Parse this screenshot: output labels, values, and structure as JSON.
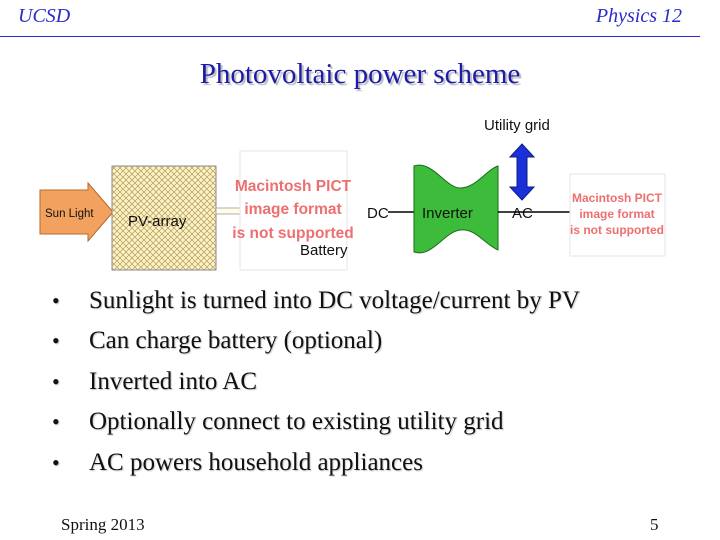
{
  "header": {
    "left": "UCSD",
    "right": "Physics 12"
  },
  "title": "Photovoltaic power scheme",
  "diagram": {
    "sun_label": "Sun Light",
    "pv_label": "PV-array",
    "pict_placeholder_left": [
      "Macintosh PICT",
      "image format",
      "is not supported"
    ],
    "dc_label": "DC",
    "battery_label": "Battery",
    "inverter_label": "Inverter",
    "ac_label": "AC",
    "utility_label": "Utility grid",
    "pict_placeholder_right": [
      "Macintosh PICT",
      "image format",
      "is not supported"
    ],
    "colors": {
      "sun_arrow": "#f2a15f",
      "pv_fill": "#fbf3c8",
      "pv_hatch": "#b89a55",
      "inverter": "#3dbb3a",
      "utility_arrow": "#1a30d8",
      "pict_text": "#ed6f6f",
      "connector": "#000000"
    }
  },
  "bullets": [
    "Sunlight is turned into DC voltage/current by PV",
    "Can charge battery (optional)",
    "Inverted into AC",
    "Optionally connect to existing utility grid",
    "AC powers household appliances"
  ],
  "footer": {
    "left": "Spring 2013",
    "page": "5"
  }
}
